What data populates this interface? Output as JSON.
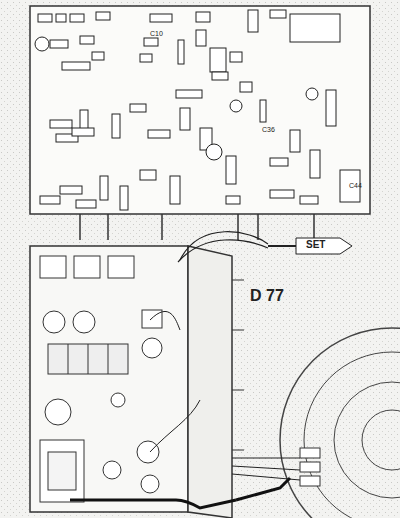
{
  "diagram": {
    "labels": [
      "D 77",
      "SET",
      "C44",
      "C36",
      "C10"
    ]
  }
}
